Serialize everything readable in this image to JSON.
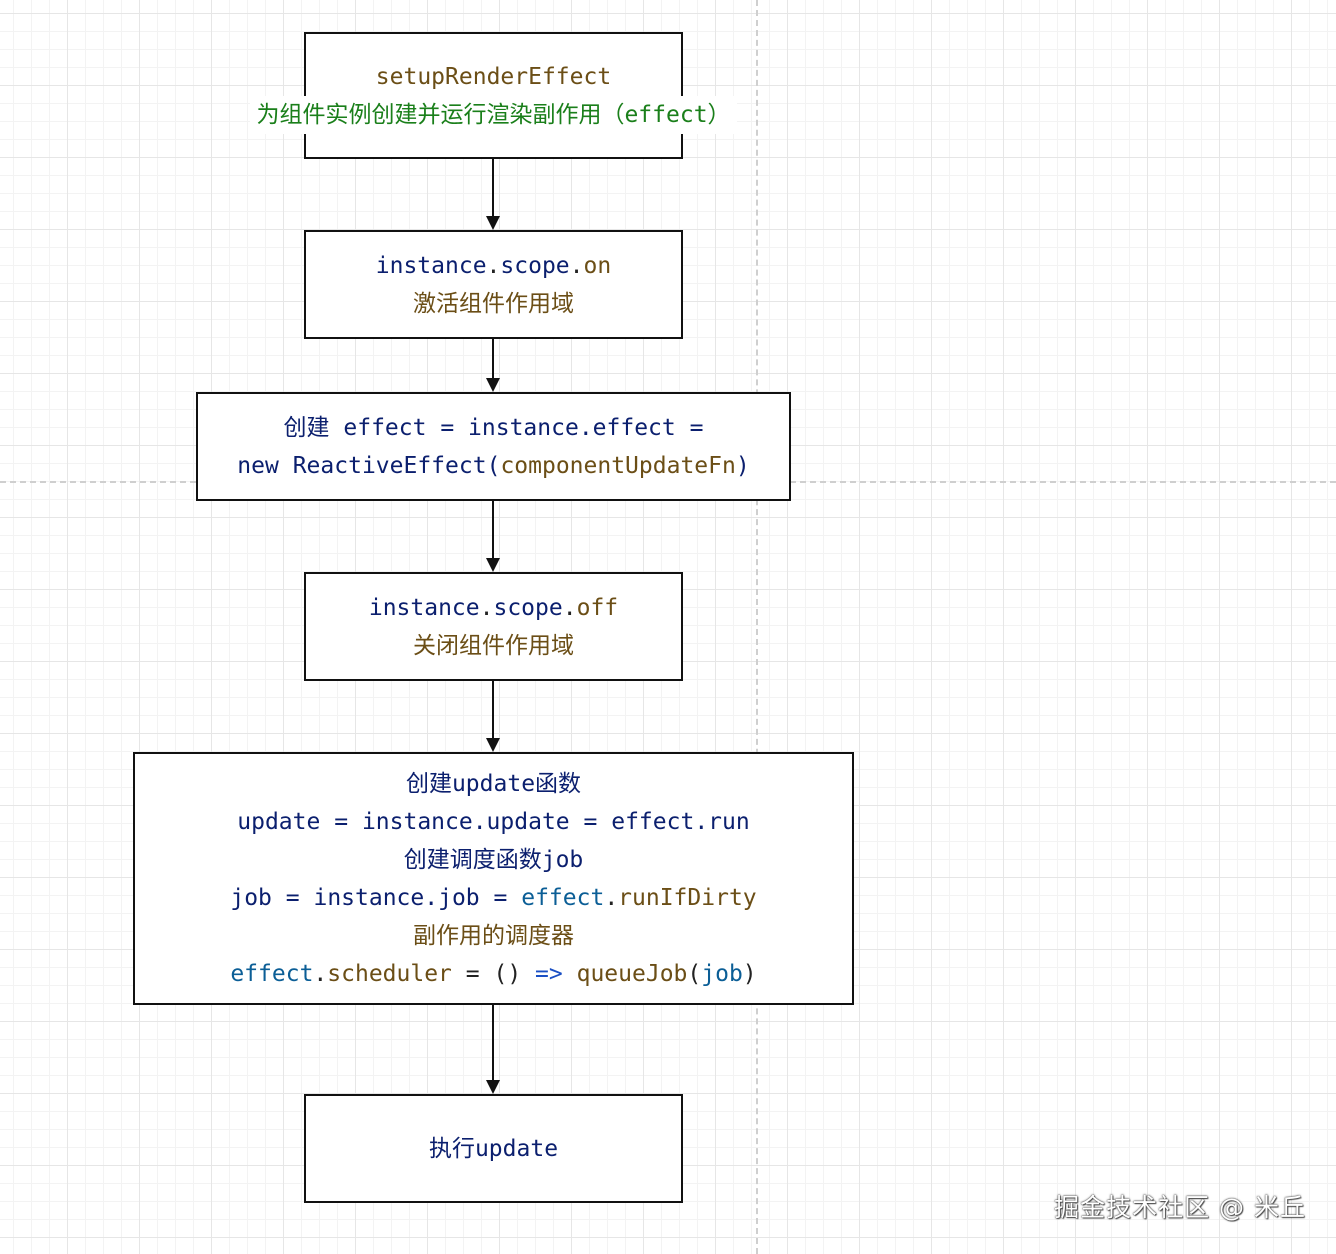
{
  "nodes": {
    "setup_render_effect": {
      "title": "setupRenderEffect",
      "subtitle": "为组件实例创建并运行渲染副作用（effect）"
    },
    "scope_on": {
      "code_object": "instance",
      "code_prop": "scope",
      "code_method": "on",
      "description": "激活组件作用域"
    },
    "create_effect": {
      "line1_label": "创建",
      "line1_var": "effect",
      "line1_target": "instance.effect",
      "line2_new": "new",
      "line2_class": "ReactiveEffect",
      "line2_arg": "componentUpdateFn"
    },
    "scope_off": {
      "code_object": "instance",
      "code_prop": "scope",
      "code_method": "off",
      "description": "关闭组件作用域"
    },
    "create_update": {
      "heading_update": "创建update函数",
      "update_var": "update",
      "update_target": "instance.update",
      "update_value": "effect.run",
      "heading_job": "创建调度函数job",
      "job_var": "job",
      "job_target": "instance.job",
      "job_value_obj": "effect",
      "job_value_method": "runIfDirty",
      "heading_scheduler": "副作用的调度器",
      "scheduler_obj": "effect",
      "scheduler_prop": "scheduler",
      "scheduler_fn": "queueJob",
      "scheduler_arg": "job"
    },
    "run_update": {
      "label": "执行update"
    }
  },
  "symbols": {
    "dot": ".",
    "assign": "=",
    "paren_open": "(",
    "paren_close": ")",
    "empty_parens": "()",
    "arrow": "=>"
  },
  "watermark": "掘金技术社区 @ 米丘",
  "colors": {
    "code_navy": "#0b1f6e",
    "code_olive": "#6b4e16",
    "subtitle_green": "#1a7f1a",
    "keyword_blue": "#1a4fc4",
    "variable_teal": "#0b5e96",
    "border": "#111111"
  }
}
